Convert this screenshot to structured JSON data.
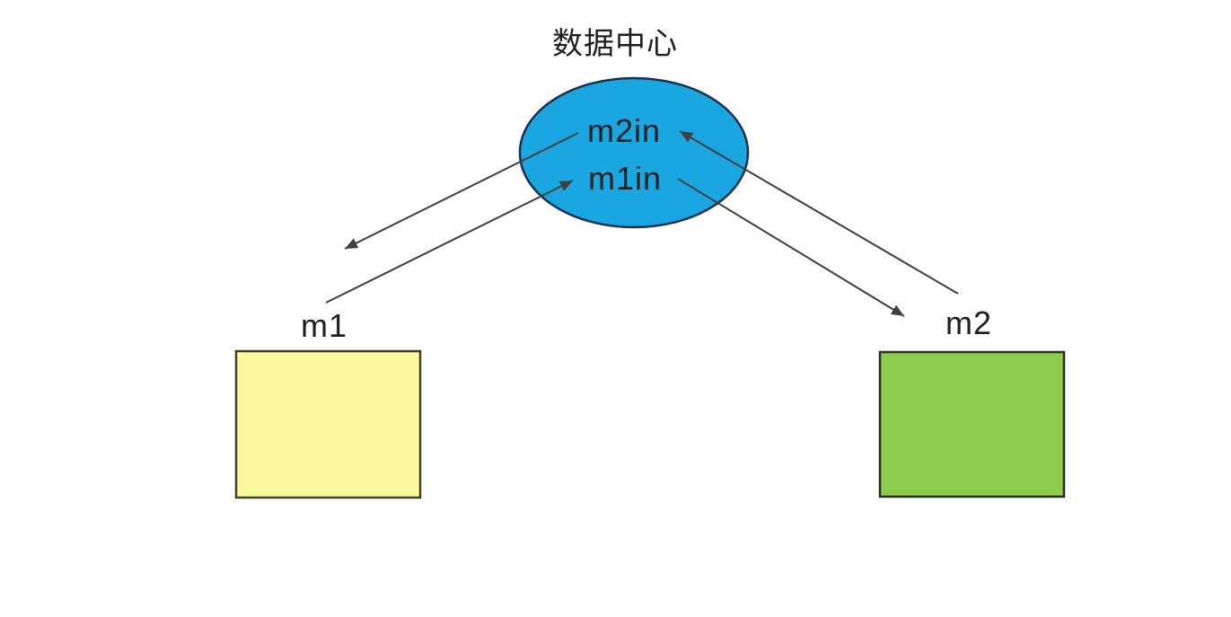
{
  "title": "数据中心",
  "data_center": {
    "ports": [
      {
        "label": "m2in"
      },
      {
        "label": "m1in"
      }
    ]
  },
  "machines": [
    {
      "label": "m1"
    },
    {
      "label": "m2"
    }
  ],
  "edges": [
    {
      "from": "数据中心",
      "to": "m1",
      "arrowhead_at": "m1"
    },
    {
      "from": "m1",
      "to": "m1in",
      "arrowhead_at": "m1in"
    },
    {
      "from": "m2",
      "to": "m2in",
      "arrowhead_at": "m2in"
    },
    {
      "from": "数据中心",
      "to": "m2",
      "arrowhead_at": "m2"
    }
  ],
  "colors": {
    "ellipse_fill": "#1aa7e1",
    "ellipse_stroke": "#1c2f52",
    "m1_fill": "#fbfb9e",
    "m1_stroke": "#3f3f33",
    "m2_fill": "#8ccb4b",
    "m2_stroke": "#26331a",
    "arrow": "#3f3f3f",
    "text": "#1f1f1f"
  }
}
